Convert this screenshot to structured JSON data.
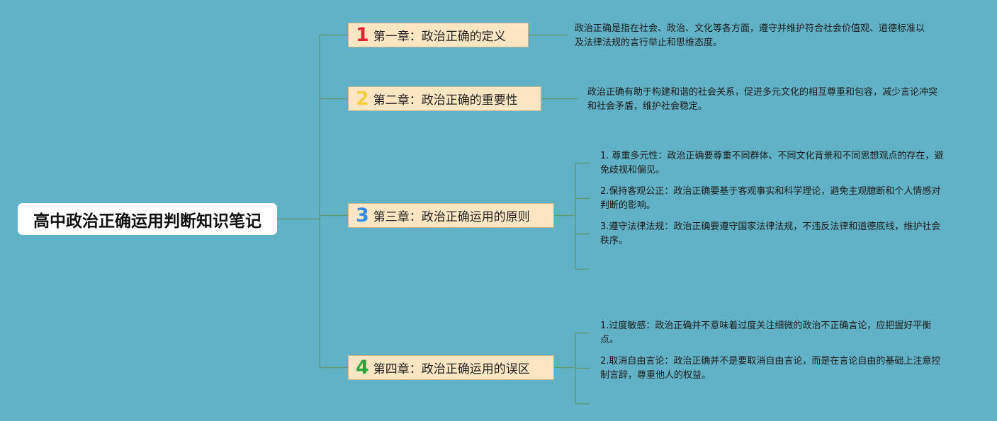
{
  "root": {
    "title": "高中政治正确运用判断知识笔记"
  },
  "colors": {
    "background": "#62b2c7",
    "line": "#5e9a72",
    "chapter_fill": "#fbe6c3",
    "num1": "#e02431",
    "num2": "#f5d142",
    "num3": "#2f8de4",
    "num4": "#26a83a"
  },
  "chapters": [
    {
      "num": "1",
      "title": "第一章：政治正确的定义",
      "details": [
        "政治正确是指在社会、政治、文化等各方面，遵守并维护符合社会价值观、道德标准以及法律法规的言行举止和思维态度。"
      ]
    },
    {
      "num": "2",
      "title": "第二章：政治正确的重要性",
      "details": [
        "政治正确有助于构建和谐的社会关系，促进多元文化的相互尊重和包容，减少言论冲突和社会矛盾，维护社会稳定。"
      ]
    },
    {
      "num": "3",
      "title": "第三章：政治正确运用的原则",
      "details": [
        "1. 尊重多元性：政治正确要尊重不同群体、不同文化背景和不同思想观点的存在，避免歧视和偏见。",
        "2.保持客观公正：政治正确要基于客观事实和科学理论，避免主观臆断和个人情感对判断的影响。",
        "3.遵守法律法规：政治正确要遵守国家法律法规，不违反法律和道德底线，维护社会秩序。"
      ]
    },
    {
      "num": "4",
      "title": "第四章：政治正确运用的误区",
      "details": [
        "1.过度敏感：政治正确并不意味着过度关注细微的政治不正确言论，应把握好平衡点。",
        "2.取消自由言论：政治正确并不是要取消自由言论，而是在言论自由的基础上注意控制言辞，尊重他人的权益。"
      ]
    }
  ]
}
